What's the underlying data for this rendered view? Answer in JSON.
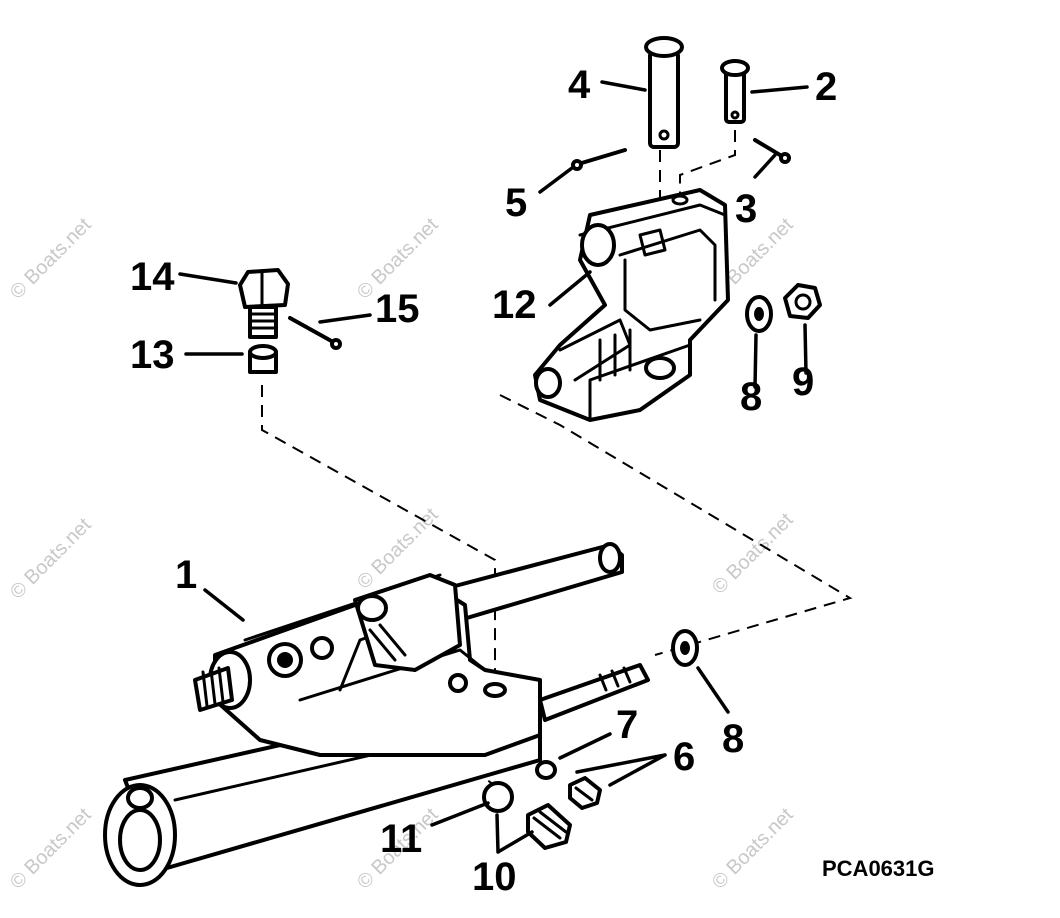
{
  "diagram": {
    "drawing_code": "PCA0631G",
    "watermark_text": "© Boats.net",
    "part_callouts": [
      "1",
      "2",
      "3",
      "4",
      "5",
      "6",
      "7",
      "8",
      "8",
      "9",
      "10",
      "11",
      "12",
      "13",
      "14",
      "15"
    ],
    "ink_color": "#000000",
    "background_color": "#ffffff",
    "watermark_color": "#c8c8c8"
  }
}
